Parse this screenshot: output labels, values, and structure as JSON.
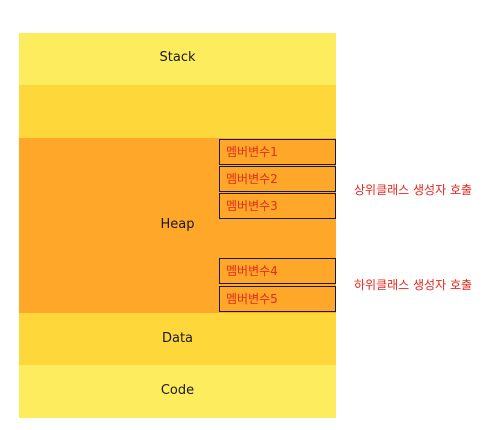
{
  "segments": {
    "stack": "Stack",
    "heap": "Heap",
    "data": "Data",
    "code": "Code"
  },
  "members": [
    "멤버변수1",
    "멤버변수2",
    "멤버변수3",
    "멤버변수4",
    "멤버변수5"
  ],
  "notes": {
    "super": "상위클래스 생성자 호출",
    "sub": "하위클래스 생성자 호출"
  },
  "colors": {
    "stack": "#fdec5d",
    "free": "#fed73a",
    "heap": "#fea729",
    "text_accent": "#e8281f"
  }
}
